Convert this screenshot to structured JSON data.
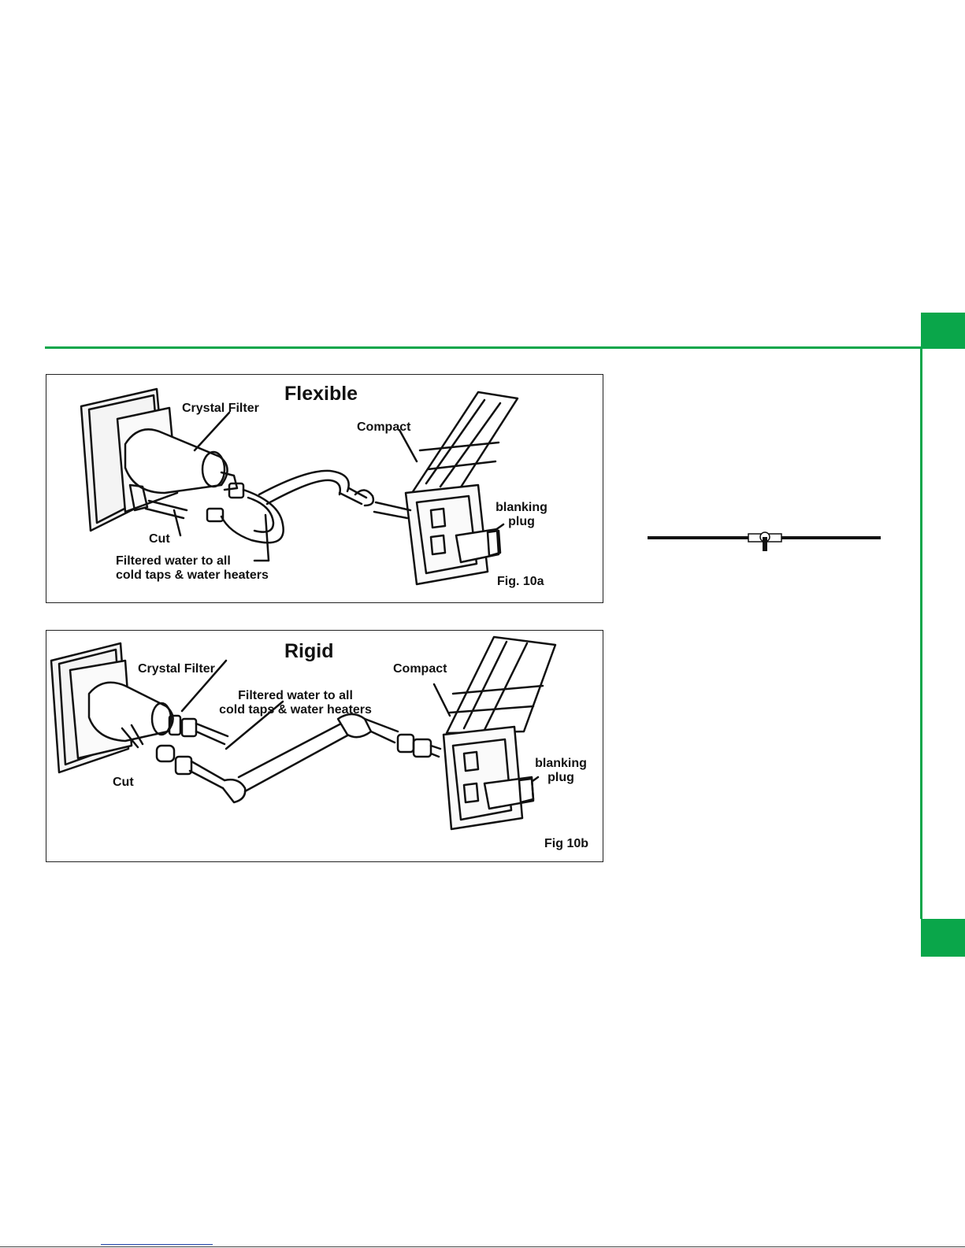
{
  "colors": {
    "accent": "#0aa64a"
  },
  "figures": {
    "flexible": {
      "title": "Flexible",
      "crystal_filter": "Crystal Filter",
      "compact": "Compact",
      "blanking_1": "blanking",
      "blanking_2": "plug",
      "cut": "Cut",
      "filtered_1": "Filtered water to all",
      "filtered_2": "cold taps & water heaters",
      "caption": "Fig. 10a"
    },
    "rigid": {
      "title": "Rigid",
      "crystal_filter": "Crystal Filter",
      "compact": "Compact",
      "filtered_1": "Filtered water to all",
      "filtered_2": "cold taps & water heaters",
      "blanking_1": "blanking",
      "blanking_2": "plug",
      "cut": "Cut",
      "caption": "Fig 10b"
    }
  }
}
